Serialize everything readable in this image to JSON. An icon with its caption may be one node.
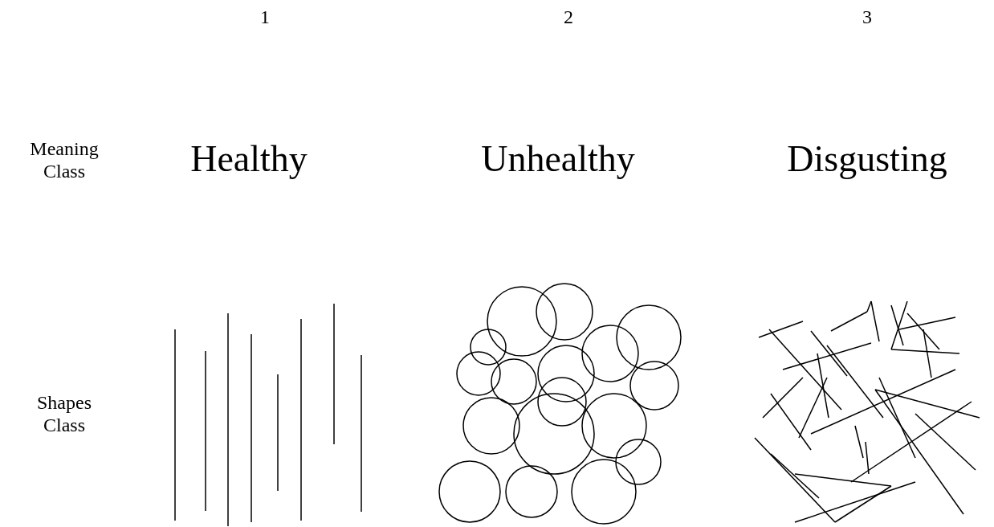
{
  "diagram": {
    "labels": [
      "1",
      "2",
      "3",
      "Meaning Class",
      "Healthy",
      "Unhealthy",
      "Disgusting",
      "Shapes Class"
    ]
  }
}
